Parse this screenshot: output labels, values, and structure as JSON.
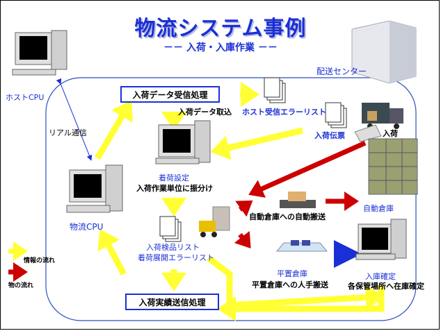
{
  "title": "物流システム事例",
  "subtitle": "－－ 入荷・入庫作業 －－",
  "labels": {
    "haiso_center": "配送センター",
    "host_cpu": "ホストCPU",
    "realtime": "リアル通信",
    "receive_process": "入荷データ受信処理",
    "data_fetch": "入荷データ取込",
    "host_error_list": "ホスト受信エラーリスト",
    "nyuka_denpyo": "入荷伝票",
    "nyuka": "入荷",
    "chakuka_settei": "着荷設定",
    "sakugyo_tani": "入荷作業単位に振分け",
    "butsuryu_cpu": "物流CPU",
    "kenpin_list": "入荷検品リスト",
    "tenkai_error": "着荷展開エラーリスト",
    "jidou_hanso": "自動倉庫への自動搬送",
    "jidou_souko": "自動倉庫",
    "heichi_souko": "平置倉庫",
    "heichi_hanso": "平置倉庫への人手搬送",
    "nyuko_kakutei": "入庫確定",
    "zaiko_kakutei": "各保管場所へ在庫確定",
    "jisseki_process": "入荷実績送信処理",
    "legend_info": "情報の流れ",
    "legend_goods": "物の流れ"
  },
  "colors": {
    "info_flow": "#ffff33",
    "goods_flow": "#cc0000",
    "accent": "#1a2fd6"
  }
}
